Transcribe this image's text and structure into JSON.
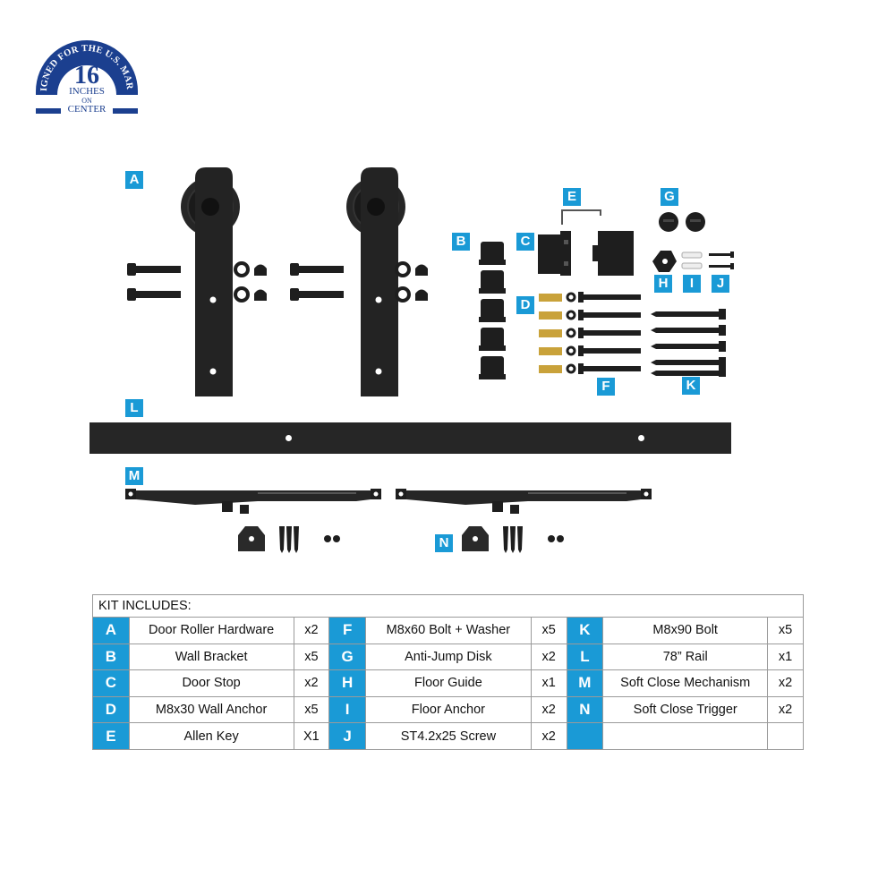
{
  "badge": {
    "arc_text": "DESIGNED FOR THE U.S. MARKET",
    "number": "16",
    "line1": "INCHES",
    "line2": "ON",
    "line3": "CENTER"
  },
  "part_labels": {
    "a": "A",
    "b": "B",
    "c": "C",
    "d": "D",
    "e": "E",
    "f": "F",
    "g": "G",
    "h": "H",
    "i": "I",
    "j": "J",
    "k": "K",
    "l": "L",
    "m": "M",
    "n": "N"
  },
  "kit": {
    "title": "KIT INCLUDES:",
    "rows": [
      [
        {
          "letter": "A",
          "name": "Door Roller Hardware",
          "qty": "x2"
        },
        {
          "letter": "F",
          "name": "M8x60 Bolt + Washer",
          "qty": "x5"
        },
        {
          "letter": "K",
          "name": "M8x90 Bolt",
          "qty": "x5"
        }
      ],
      [
        {
          "letter": "B",
          "name": "Wall Bracket",
          "qty": "x5"
        },
        {
          "letter": "G",
          "name": "Anti-Jump Disk",
          "qty": "x2"
        },
        {
          "letter": "L",
          "name": "78” Rail",
          "qty": "x1"
        }
      ],
      [
        {
          "letter": "C",
          "name": "Door Stop",
          "qty": "x2"
        },
        {
          "letter": "H",
          "name": "Floor Guide",
          "qty": "x1"
        },
        {
          "letter": "M",
          "name": "Soft Close Mechanism",
          "qty": "x2"
        }
      ],
      [
        {
          "letter": "D",
          "name": "M8x30 Wall Anchor",
          "qty": "x5"
        },
        {
          "letter": "I",
          "name": "Floor Anchor",
          "qty": "x2"
        },
        {
          "letter": "N",
          "name": "Soft Close Trigger",
          "qty": "x2"
        }
      ],
      [
        {
          "letter": "E",
          "name": "Allen Key",
          "qty": "X1"
        },
        {
          "letter": "J",
          "name": "ST4.2x25 Screw",
          "qty": "x2"
        },
        {
          "letter": "",
          "name": "",
          "qty": ""
        }
      ]
    ]
  },
  "colors": {
    "accent": "#1a9ad6",
    "badge_blue": "#1b3f8f",
    "hardware": "#1e1e1e",
    "brass": "#c9a23a"
  }
}
